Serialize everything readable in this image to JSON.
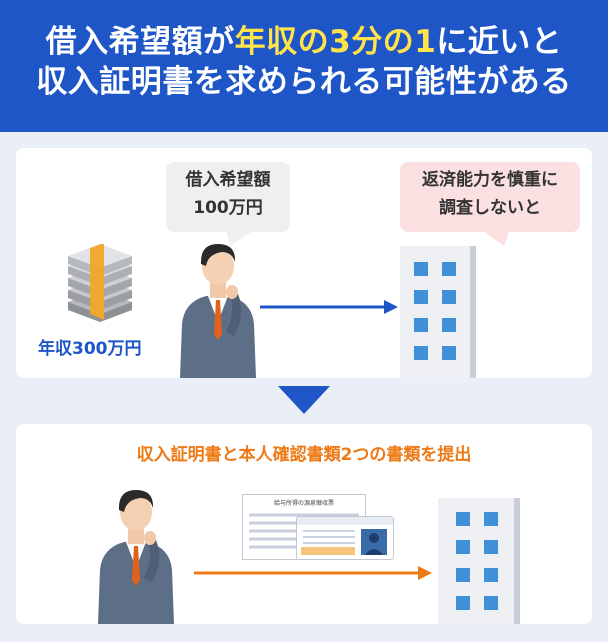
{
  "header": {
    "line1_part1": "借入希望額が",
    "line1_highlight": "年収の3分の1",
    "line1_part2": "に近いと",
    "line2": "収入証明書を求められる可能性がある"
  },
  "panel1": {
    "bubble_person_line1": "借入希望額",
    "bubble_person_line2": "100万円",
    "bubble_bank_line1": "返済能力を慎重に",
    "bubble_bank_line2": "調査しないと",
    "income_label": "年収300万円"
  },
  "panel2": {
    "title": "収入証明書と本人確認書類2つの書類を提出",
    "document_title": "給与所得の源泉徴収票"
  },
  "colors": {
    "header_bg": "#1e55c7",
    "highlight": "#ffe34a",
    "blue_arrow": "#1e55c7",
    "orange_arrow": "#ee7a16"
  }
}
